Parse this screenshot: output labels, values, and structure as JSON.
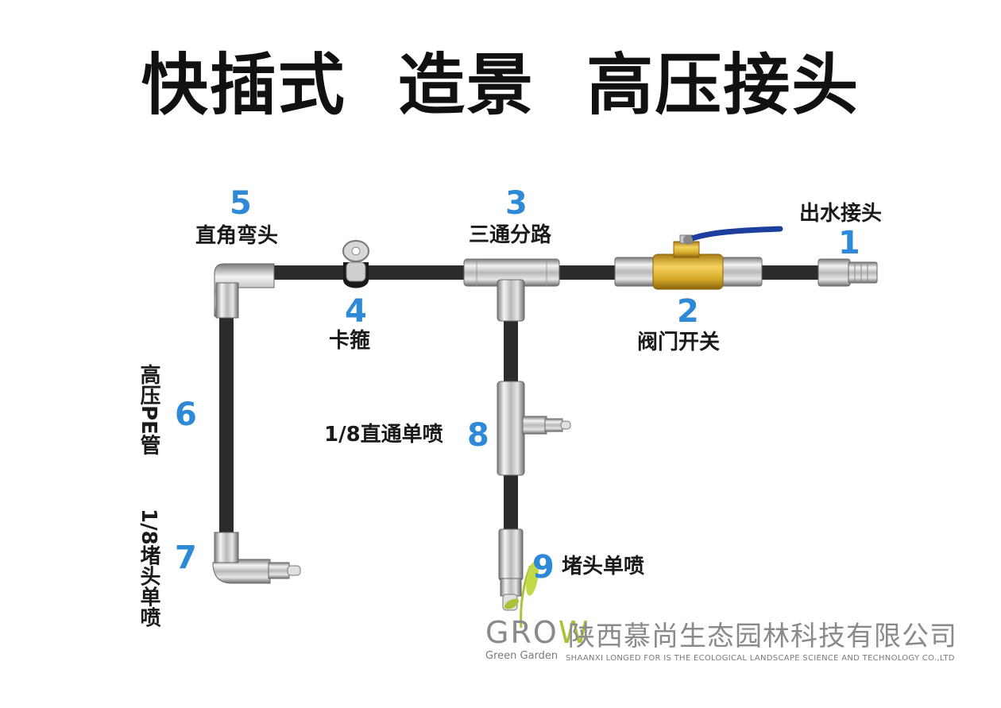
{
  "title": "快插式 造景 高压接头",
  "parts": [
    {
      "number": "1",
      "label": "出水接头"
    },
    {
      "number": "2",
      "label": "阀门开关"
    },
    {
      "number": "3",
      "label": "三通分路"
    },
    {
      "number": "4",
      "label": "卡箍"
    },
    {
      "number": "5",
      "label": "直角弯头"
    },
    {
      "number": "6",
      "label": "高压PE管"
    },
    {
      "number": "7",
      "label": "1/8堵头单喷"
    },
    {
      "number": "8",
      "label": "1/8直通单喷"
    },
    {
      "number": "9",
      "label": "堵头单喷"
    }
  ],
  "logo": {
    "brand_gro": "GRO",
    "brand_w": "W",
    "tagline": "Green Garden",
    "company_cn": "陕西慕尚生态园林科技有限公司",
    "company_en": "SHAANXI LONGED FOR IS THE ECOLOGICAL LANDSCAPE SCIENCE AND TECHNOLOGY CO.,LTD"
  },
  "colors": {
    "number_blue": "#2e8ad6",
    "pipe": "#2b2b2b",
    "brass": "#d6a928",
    "valve_handle": "#1c3f9e",
    "logo_green": "#a9c43a"
  }
}
